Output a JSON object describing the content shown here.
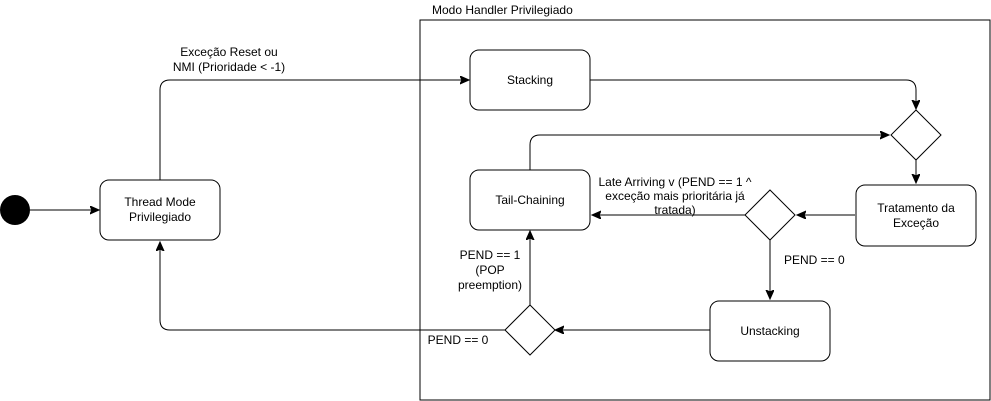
{
  "container": {
    "title": "Modo Handler Privilegiado"
  },
  "nodes": {
    "thread_mode": [
      "Thread Mode",
      "Privilegiado"
    ],
    "stacking": [
      "Stacking"
    ],
    "tail_chaining": [
      "Tail-Chaining"
    ],
    "tratamento": [
      "Tratamento da",
      "Exceção"
    ],
    "unstacking": [
      "Unstacking"
    ]
  },
  "edge_labels": {
    "reset_nmi": [
      "Exceção Reset ou",
      "NMI (Prioridade < -1)"
    ],
    "late_arriving": [
      "Late Arriving v (PEND == 1 ^",
      "exceção mais prioritária já",
      "tratada)"
    ],
    "pend_eq_0_right": [
      "PEND == 0"
    ],
    "pend_eq_1": [
      "PEND == 1",
      "(POP",
      "preemption)"
    ],
    "pend_eq_0_left": [
      "PEND == 0"
    ]
  }
}
